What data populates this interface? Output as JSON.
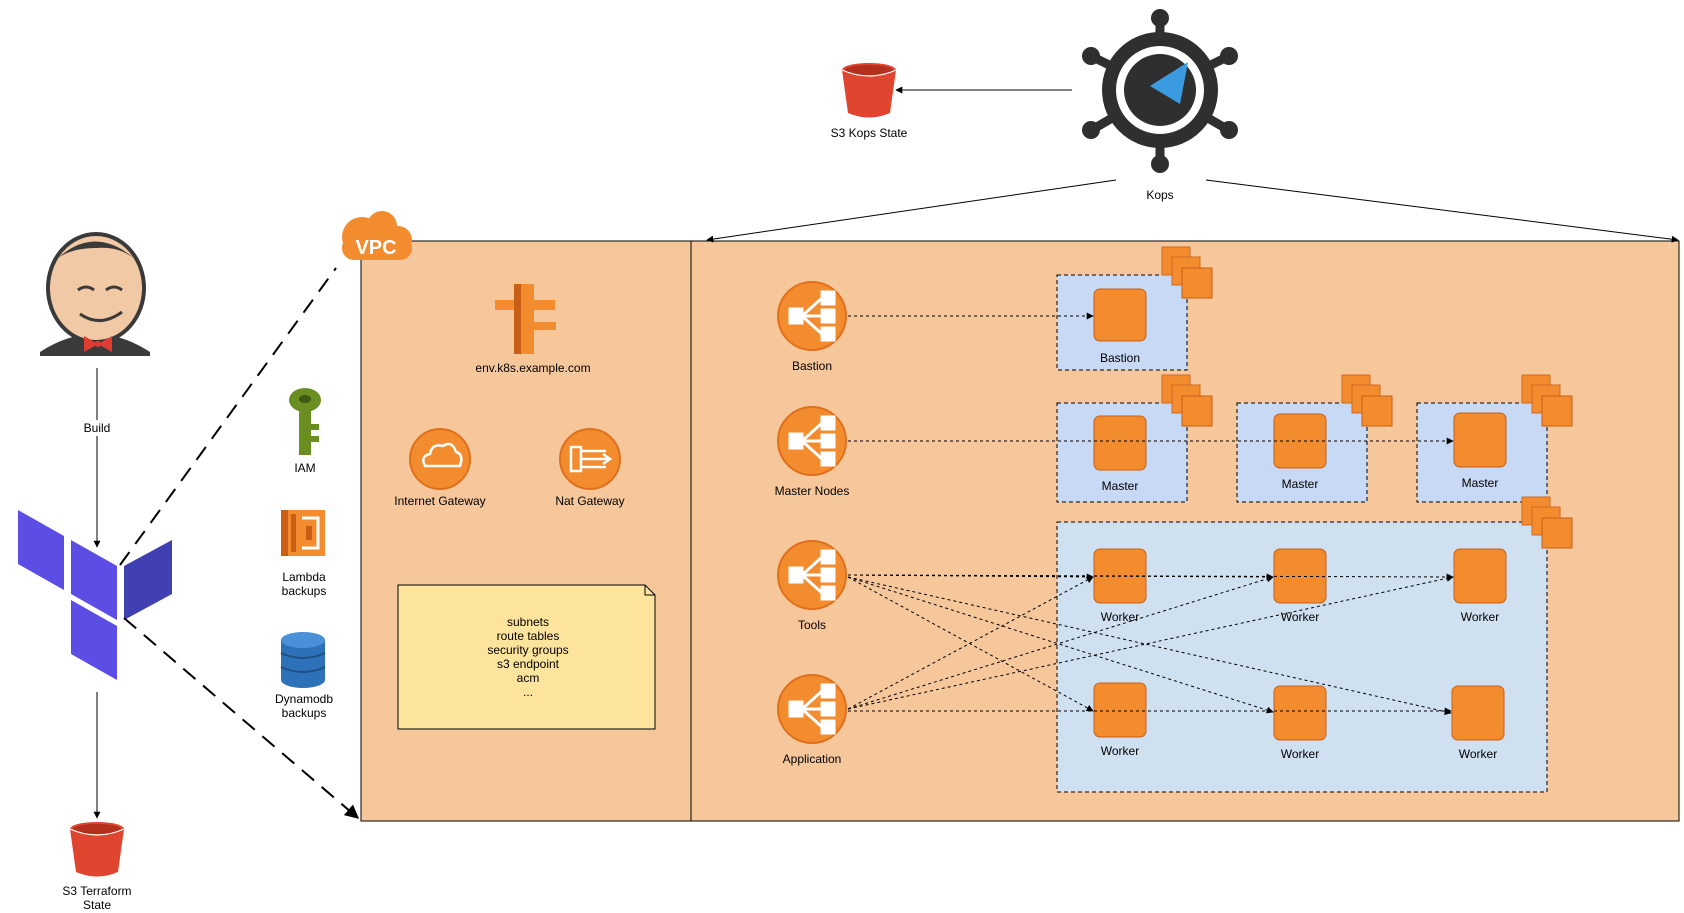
{
  "labels": {
    "s3_kops_state": "S3 Kops State",
    "kops": "Kops",
    "build": "Build",
    "s3_terraform_state_line1": "S3 Terraform",
    "s3_terraform_state_line2": "State",
    "vpc": "VPC",
    "route53": "env.k8s.example.com",
    "iam": "IAM",
    "lambda_line1": "Lambda",
    "lambda_line2": "backups",
    "dynamodb_line1": "Dynamodb",
    "dynamodb_line2": "backups",
    "internet_gateway": "Internet Gateway",
    "nat_gateway": "Nat Gateway"
  },
  "note": {
    "lines": [
      "subnets",
      "route tables",
      "security groups",
      "s3 endpoint",
      "acm",
      "..."
    ]
  },
  "load_balancers": {
    "bastion": "Bastion",
    "master_nodes": "Master Nodes",
    "tools": "Tools",
    "application": "Application"
  },
  "instances": {
    "bastion": "Bastion",
    "master_1": "Master",
    "master_2": "Master",
    "master_3": "Master",
    "worker_1": "Worker",
    "worker_2": "Worker",
    "worker_3": "Worker",
    "worker_4": "Worker",
    "worker_5": "Worker",
    "worker_6": "Worker"
  },
  "colors": {
    "vpc_fill": "#f7c79c",
    "aws_orange": "#f38b2f",
    "node_group_fill": "#c7d9f4",
    "note_fill": "#fde49c",
    "s3_red": "#e0452f",
    "terraform_purple": "#5c4ee5",
    "kops_dark": "#2f2f2f",
    "kops_blue": "#3a9be0"
  }
}
